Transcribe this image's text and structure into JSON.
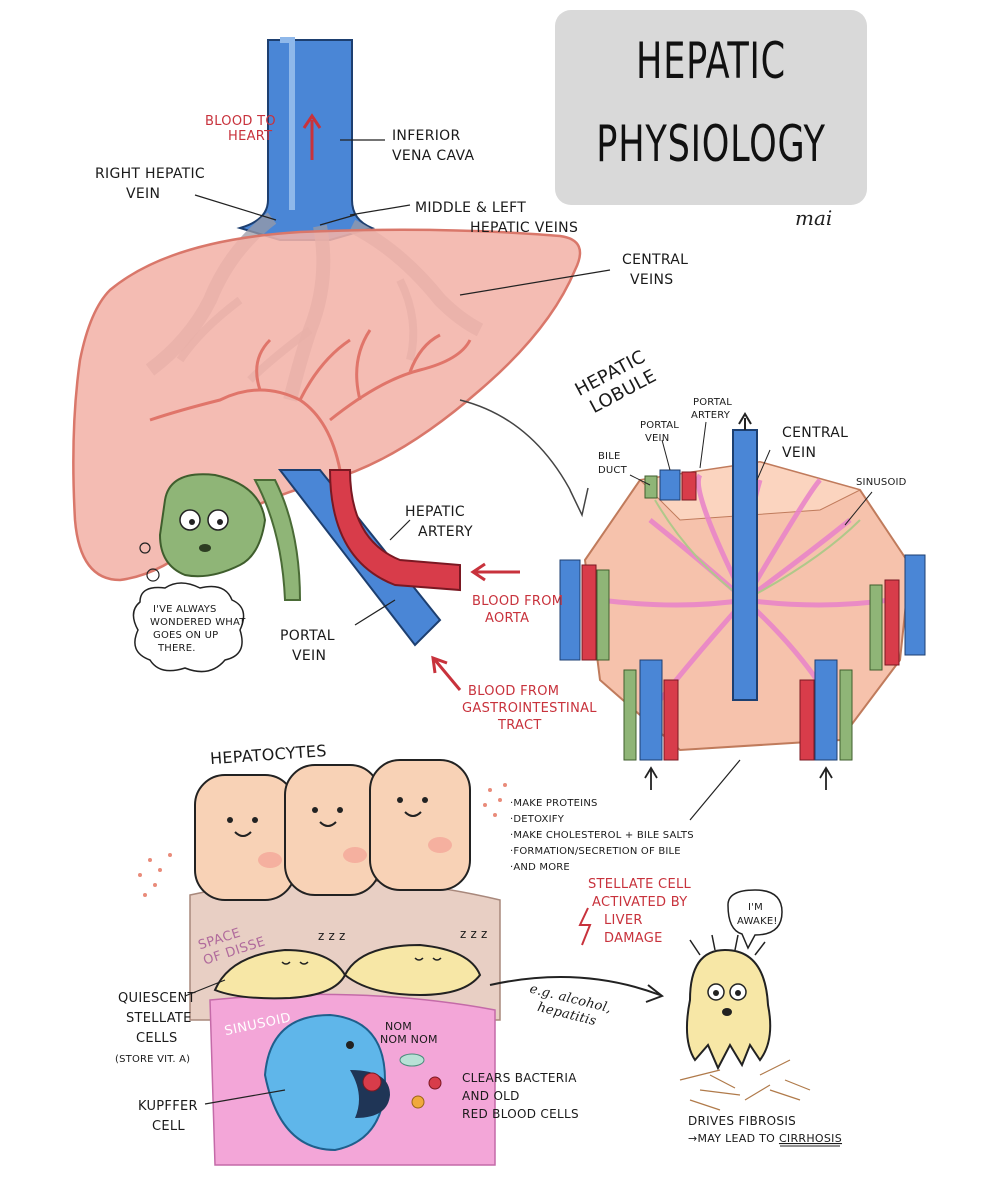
{
  "title": {
    "line1": "HEPATIC",
    "line2": "PHYSIOLOGY"
  },
  "signature": "mai",
  "labels": {
    "blood_to_heart": [
      "BLOOD TO",
      "HEART"
    ],
    "inferior_vena_cava": [
      "INFERIOR",
      "VENA CAVA"
    ],
    "right_hepatic_vein": [
      "RIGHT HEPATIC",
      "VEIN"
    ],
    "middle_left_hepatic_veins": [
      "MIDDLE & LEFT",
      "HEPATIC VEINS"
    ],
    "central_veins": [
      "CENTRAL",
      "VEINS"
    ],
    "hepatic_lobule": [
      "HEPATIC",
      "LOBULE"
    ],
    "portal_artery": [
      "PORTAL",
      "ARTERY"
    ],
    "portal_vein_small": [
      "PORTAL",
      "VEIN"
    ],
    "bile_duct": [
      "BILE",
      "DUCT"
    ],
    "central_vein": [
      "CENTRAL",
      "VEIN"
    ],
    "sinusoid_top": "SINUSOID",
    "hepatic_artery": [
      "HEPATIC",
      "ARTERY"
    ],
    "blood_from_aorta": [
      "BLOOD FROM",
      "AORTA"
    ],
    "portal_vein": [
      "PORTAL",
      "VEIN"
    ],
    "blood_from_gi": [
      "BLOOD FROM",
      "GASTROINTESTINAL",
      "TRACT"
    ],
    "gallbladder_bubble": [
      "I'VE ALWAYS",
      "WONDERED WHAT",
      "GOES ON UP",
      "THERE."
    ],
    "hepatocytes": "HEPATOCYTES",
    "hepatocyte_functions": [
      "·MAKE PROTEINS",
      "·DETOXIFY",
      "·MAKE CHOLESTEROL + BILE SALTS",
      "·FORMATION/SECRETION OF BILE",
      "·AND MORE"
    ],
    "space_of_disse": [
      "SPACE",
      "OF DISSE"
    ],
    "sinusoid_band": "SINUSOID",
    "stellate_activated": [
      "STELLATE CELL",
      "ACTIVATED BY",
      "LIVER",
      "DAMAGE"
    ],
    "im_awake": [
      "I'M",
      "AWAKE!"
    ],
    "eg_alcohol": [
      "e.g. alcohol,",
      "hepatitis"
    ],
    "quiescent": [
      "QUIESCENT",
      "STELLATE",
      "CELLS",
      "(STORE VIT. A)"
    ],
    "nom": [
      "NOM",
      "NOM NOM"
    ],
    "kupffer": [
      "KUPFFER",
      "CELL"
    ],
    "clears": [
      "CLEARS BACTERIA",
      "AND OLD",
      "RED BLOOD CELLS"
    ],
    "drives_fibrosis": "DRIVES FIBROSIS",
    "may_lead": "→MAY LEAD TO ",
    "cirrhosis": "CIRRHOSIS",
    "zzz": "z z z"
  },
  "colors": {
    "vein_blue": "#4a86d6",
    "artery_red": "#d83c4a",
    "liver_pink": "#f3b3a8",
    "bile_green": "#8fb577",
    "sinusoid_pink": "#f3a6d8",
    "kupffer_blue": "#5fb6ea",
    "hepatocyte_peach": "#f8d2b6",
    "stellate_yellow": "#f7e7a6",
    "title_gray": "#d9d9d9"
  }
}
